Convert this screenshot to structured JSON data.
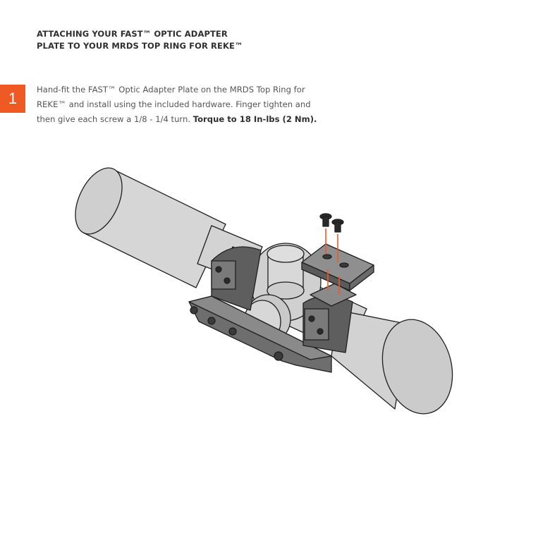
{
  "heading": {
    "line1": "ATTACHING YOUR FAST™ OPTIC ADAPTER",
    "line2": "PLATE TO YOUR MRDS TOP RING FOR REKE™"
  },
  "step": {
    "number": "1",
    "line1": "Hand-fit the FAST™ Optic Adapter Plate on the MRDS Top Ring for",
    "line2": "REKE™ and install using the included hardware. Finger tighten and",
    "line3_prefix": "then give each screw a 1/8 - 1/4 turn. ",
    "line3_bold": "Torque to 18 In-lbs (2 Nm)."
  },
  "colors": {
    "accent": "#ef5a24",
    "scope_body": "#d6d6d6",
    "mount_metal": "#6e6e6e",
    "outline": "#1f1f1f"
  }
}
